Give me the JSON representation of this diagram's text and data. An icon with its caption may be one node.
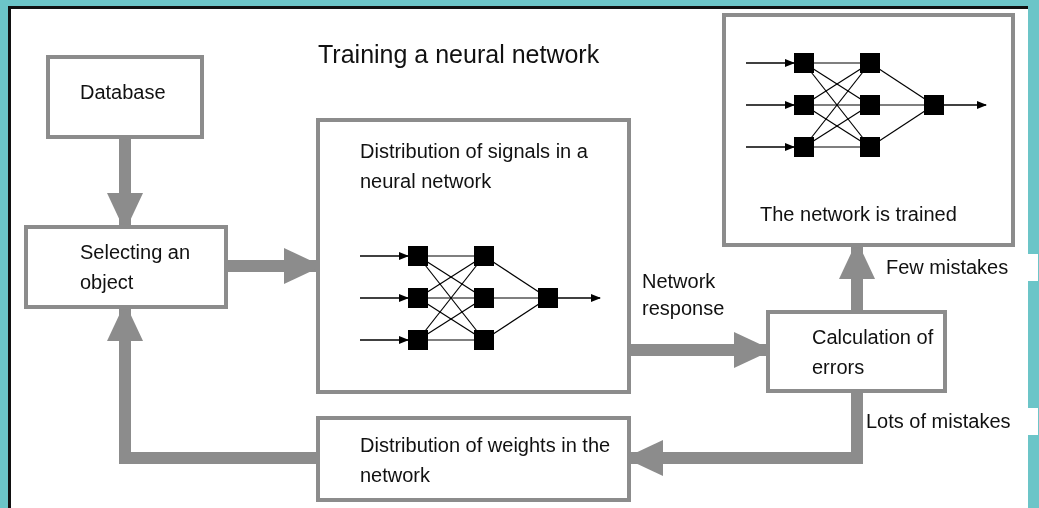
{
  "diagram": {
    "title": "Training a neural network",
    "nodes": [
      {
        "text": [
          "Database"
        ]
      },
      {
        "text": [
          "Selecting an object"
        ]
      },
      {
        "text": [
          "Distribution of signals in a neural network"
        ]
      },
      {
        "text": [
          "Calculation of errors"
        ]
      },
      {
        "text": [
          "The network is trained"
        ]
      },
      {
        "text": [
          "Distribution of weights in the network"
        ]
      }
    ],
    "edges": [
      {
        "from": 0,
        "to": 1,
        "arrow": "to"
      },
      {
        "from": 1,
        "to": 2,
        "arrow": "to"
      },
      {
        "from": 2,
        "to": 3,
        "arrow": "to",
        "label": "Network response"
      },
      {
        "from": 3,
        "to": 4,
        "arrow": "to",
        "label": "Few mistakes"
      },
      {
        "from": 3,
        "to": 5,
        "arrow": "to",
        "label": "Lots of mistakes"
      },
      {
        "from": 5,
        "to": 1,
        "arrow": "to"
      }
    ]
  }
}
